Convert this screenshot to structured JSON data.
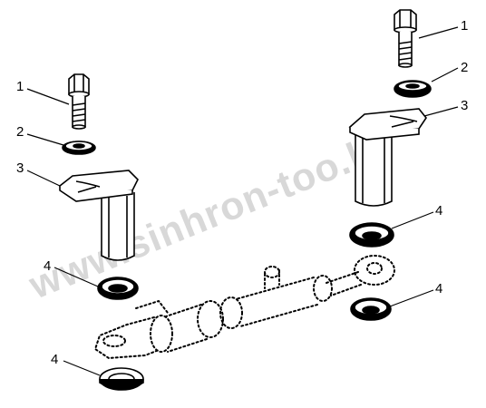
{
  "watermark": "www.sinhron-too.kz",
  "callouts": {
    "bolt_left": "1",
    "washer_left": "2",
    "pin_left": "3",
    "seal_left_upper": "4",
    "seal_bottom": "4",
    "bolt_right": "1",
    "washer_right": "2",
    "pin_right": "3",
    "seal_right_upper": "4",
    "seal_right_lower": "4"
  }
}
